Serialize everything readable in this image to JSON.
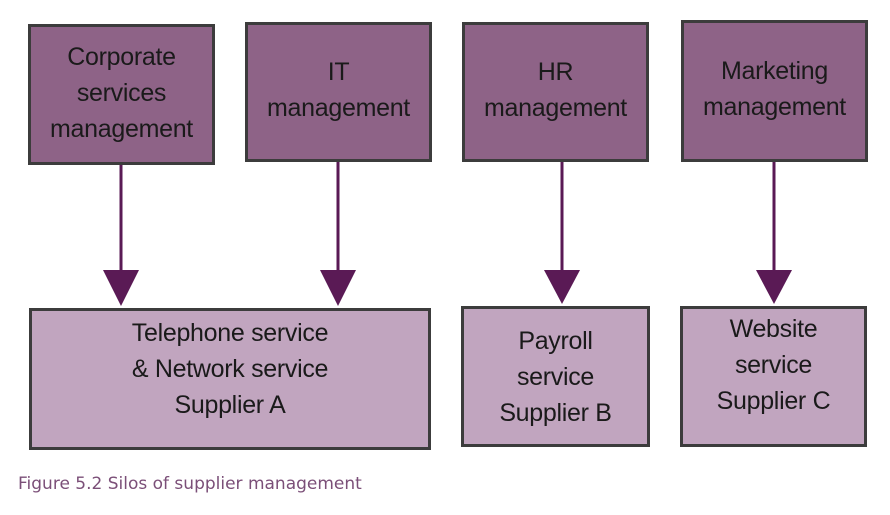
{
  "departments": [
    {
      "id": "corporate",
      "label": "Corporate\nservices\nmanagement"
    },
    {
      "id": "it",
      "label": "IT\nmanagement"
    },
    {
      "id": "hr",
      "label": "HR\nmanagement"
    },
    {
      "id": "marketing",
      "label": "Marketing\nmanagement"
    }
  ],
  "suppliers": [
    {
      "id": "a",
      "label": "Telephone service\n& Network service\nSupplier A"
    },
    {
      "id": "b",
      "label": "Payroll\nservice\nSupplier B"
    },
    {
      "id": "c",
      "label": "Website\nservice\nSupplier C"
    }
  ],
  "caption": "Figure 5.2 Silos of supplier management",
  "colors": {
    "department_fill": "#8e6387",
    "supplier_fill": "#c1a5bf",
    "arrow": "#5a1a55",
    "border": "#3c3c3c",
    "caption": "#7b4f78"
  }
}
